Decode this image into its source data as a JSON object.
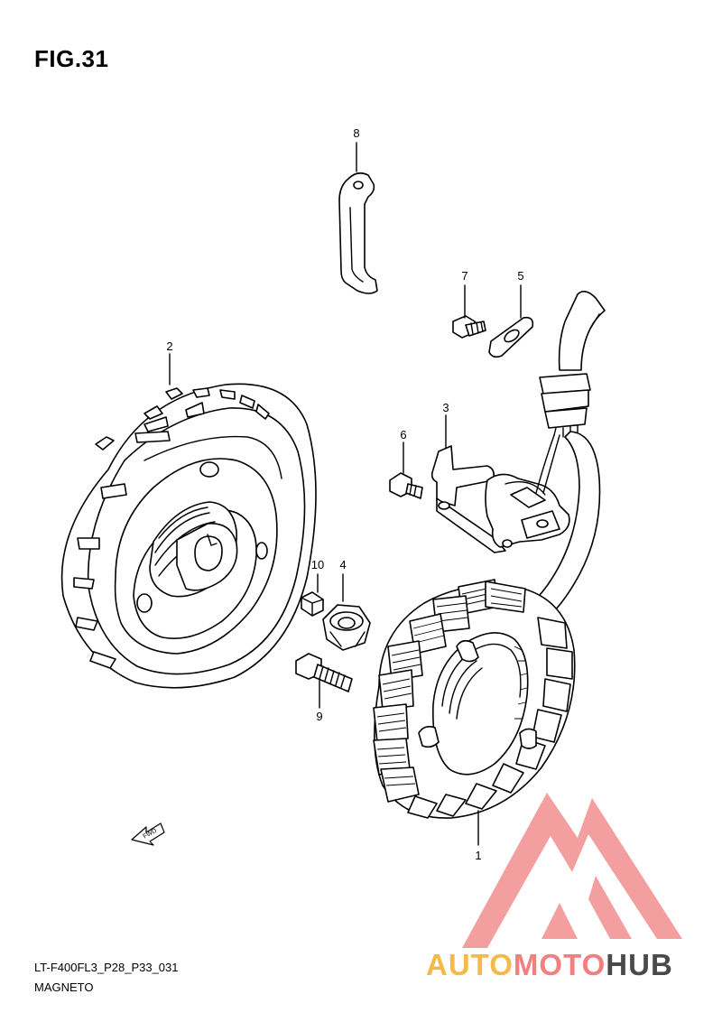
{
  "figure": {
    "title": "FIG.31",
    "code": "LT-F400FL3_P28_P33_031",
    "name": "MAGNETO"
  },
  "callouts": [
    "1",
    "2",
    "3",
    "4",
    "5",
    "6",
    "7",
    "8",
    "9",
    "10"
  ],
  "fwd_label": "FWD",
  "watermark": {
    "text_part1": "AUTO",
    "text_part2": "MOTO",
    "text_part3": "HUB",
    "colors": {
      "auto": "#f5b94a",
      "moto": "#f08080",
      "hub": "#4a4a4a",
      "logo": "#f08080"
    }
  }
}
